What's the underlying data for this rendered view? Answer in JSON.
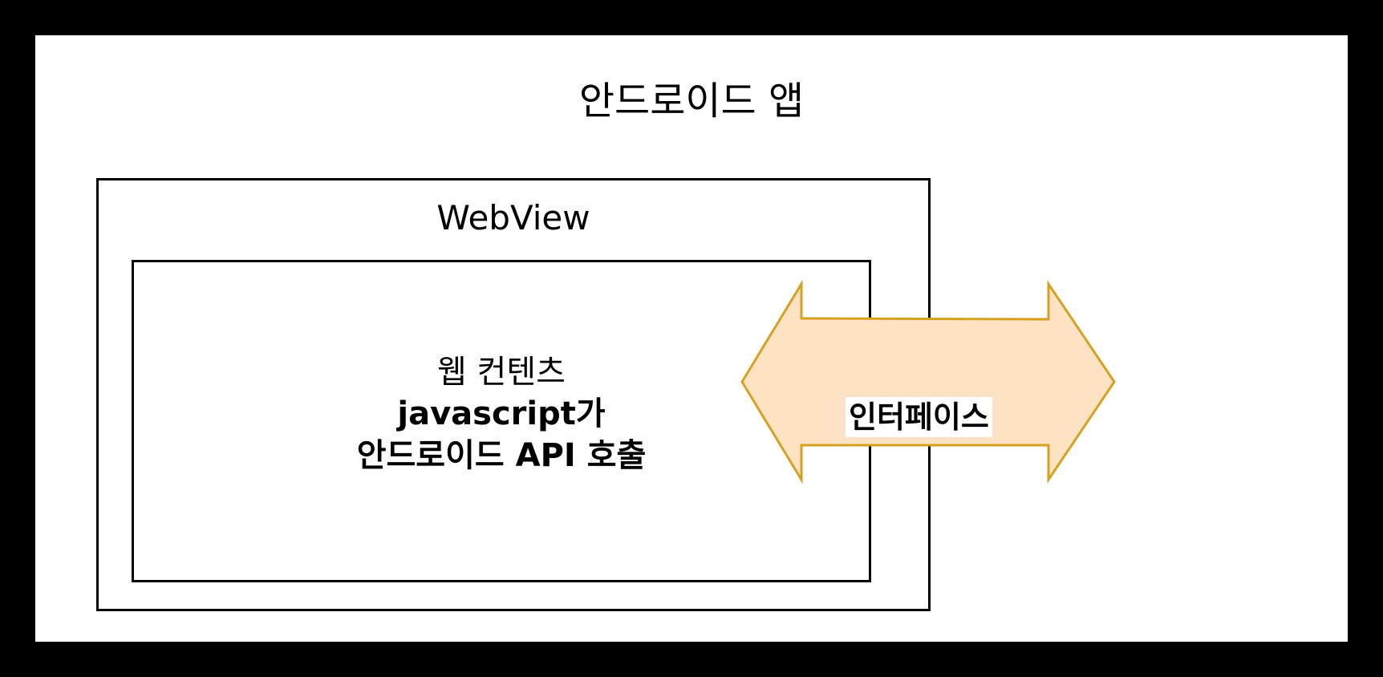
{
  "diagram": {
    "app_title": "안드로이드 앱",
    "webview_label": "WebView",
    "web_content": {
      "line1": "웹 컨텐츠",
      "line2": "javascript가",
      "line3": "안드로이드 API 호출"
    },
    "interface_label": "인터페이스",
    "colors": {
      "background": "#000000",
      "canvas": "#ffffff",
      "arrow_fill": "#fde3c4",
      "arrow_stroke": "#d6a120"
    },
    "arrow_direction": "bidirectional"
  }
}
